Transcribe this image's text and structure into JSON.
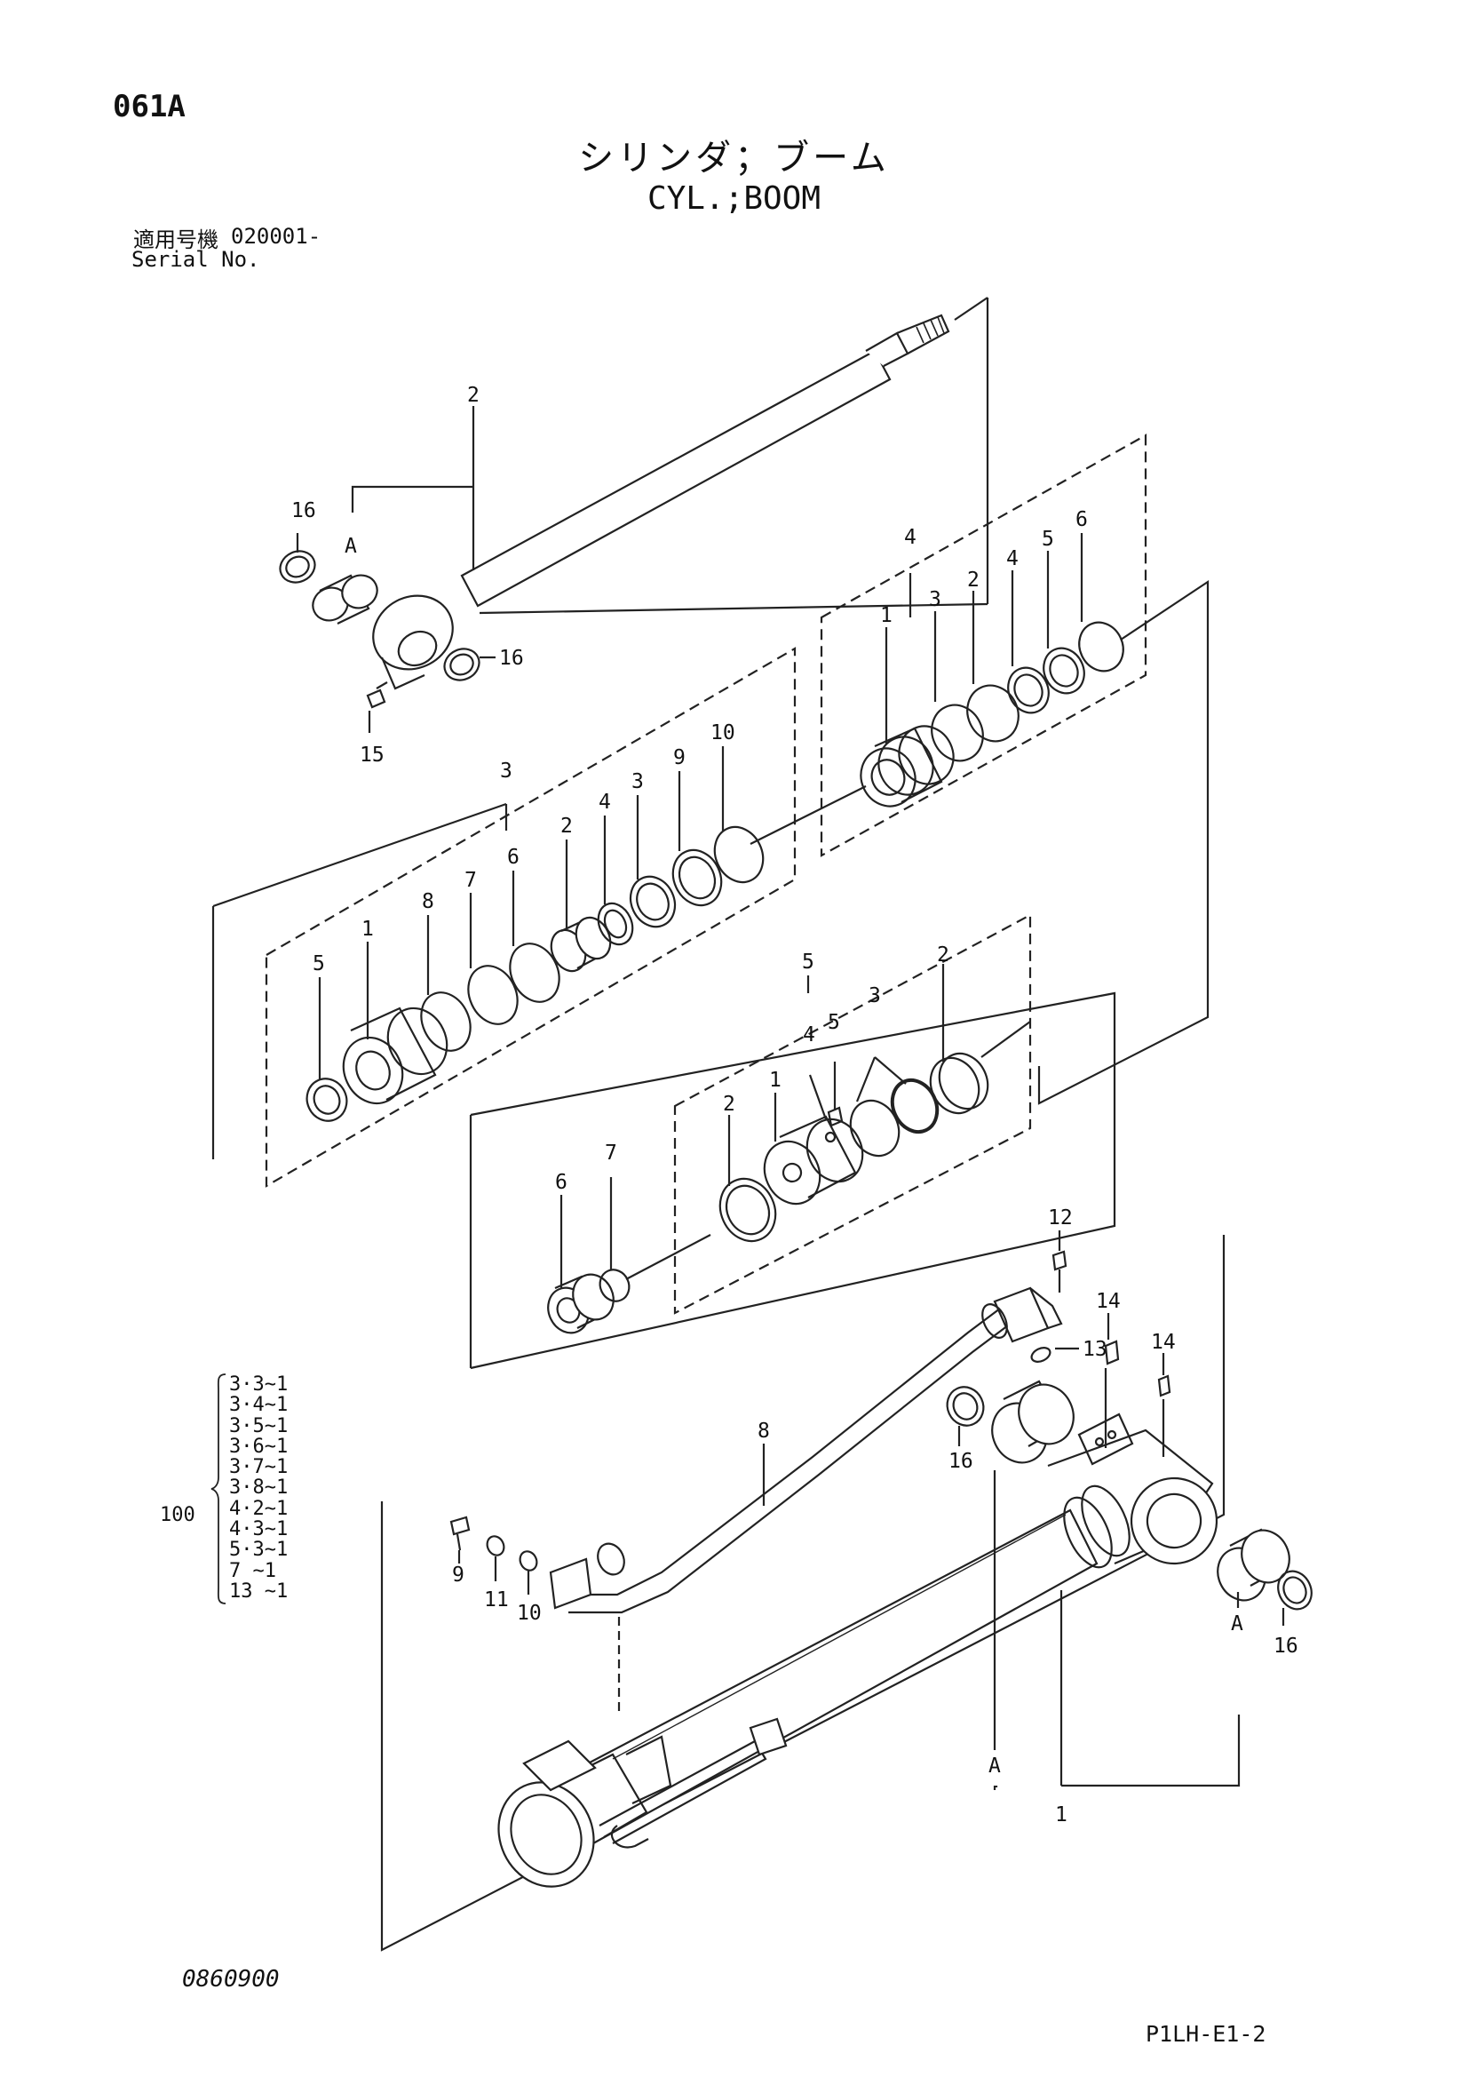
{
  "header": {
    "page_code": "061A",
    "title_jp": "シリンダ；ブーム",
    "title_en": "CYL.;BOOM",
    "serial_label_jp": "適用号機",
    "serial_value": "020001-",
    "serial_label_en": "Serial No."
  },
  "assembly": {
    "qty_label": "100",
    "components": [
      "3·3~1",
      "3·4~1",
      "3·5~1",
      "3·6~1",
      "3·7~1",
      "3·8~1",
      "4·2~1",
      "4·3~1",
      "5·3~1",
      "7  ~1",
      "13  ~1"
    ]
  },
  "callouts": {
    "rod": {
      "rod_no": "2",
      "ring_upper": "16",
      "ring_right": "16",
      "bushing_letter": "A",
      "grease_fitting": "15"
    },
    "kit4": {
      "group": "4",
      "piston": "1",
      "oring": "3",
      "backup": "2",
      "ring_a": "4",
      "ring_b": "5",
      "ring_c": "6"
    },
    "kit3": {
      "group": "3",
      "nut": "5",
      "gland": "1",
      "seal_8": "8",
      "seal_7": "7",
      "seal_6": "6",
      "bushing": "2",
      "ring_4": "4",
      "ring_3": "3",
      "ring_9": "9",
      "ring_10": "10"
    },
    "kit5": {
      "group": "5",
      "screw": "5",
      "ball": "4",
      "ring_3": "3",
      "ring_2_right": "2",
      "piston": "1",
      "ring_2_left": "2",
      "collar": "6",
      "ring_7": "7"
    },
    "tube": {
      "bolt_12": "12",
      "oring_13": "13",
      "plug_14a": "14",
      "plug_14b": "14",
      "ring_16a": "16",
      "pipe_8": "8",
      "bolt_9": "9",
      "washer_11": "11",
      "washer_10": "10",
      "bushing_a_right": "A",
      "ring_16_right": "16",
      "letter_a_bottom": "A",
      "tube_no": "1"
    }
  },
  "footer": {
    "drawing_code": "0860900",
    "sheet_code": "P1LH-E1-2"
  }
}
